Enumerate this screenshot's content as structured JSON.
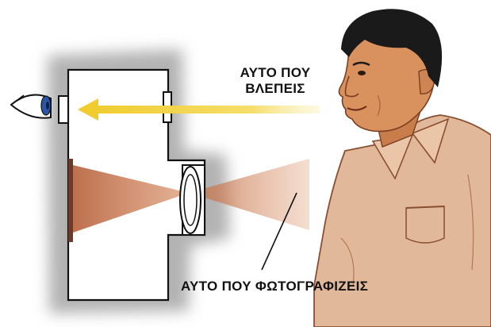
{
  "labels": {
    "you_see_line1": "ΑΥΤΟ ΠΟΥ",
    "you_see_line2": "ΒΛΕΠΕΙΣ",
    "you_photograph": "ΑΥΤΟ ΠΟΥ ΦΩΤΟΓΡΑΦΙΖΕΙΣ"
  },
  "colors": {
    "ink": "#111111",
    "viewfinder_arrow": "#f2d23a",
    "light_cone": "#c06a3c",
    "film_plate": "#6b3a2a",
    "skin": "#d9915e",
    "shirt": "#e2b89a",
    "hair": "#1a1a1a",
    "shadow": "#8d8d8d",
    "eye_iris": "#2a56a8"
  },
  "icons": [
    "eye-icon",
    "camera-body",
    "lens",
    "film-plate",
    "person-illustration"
  ]
}
